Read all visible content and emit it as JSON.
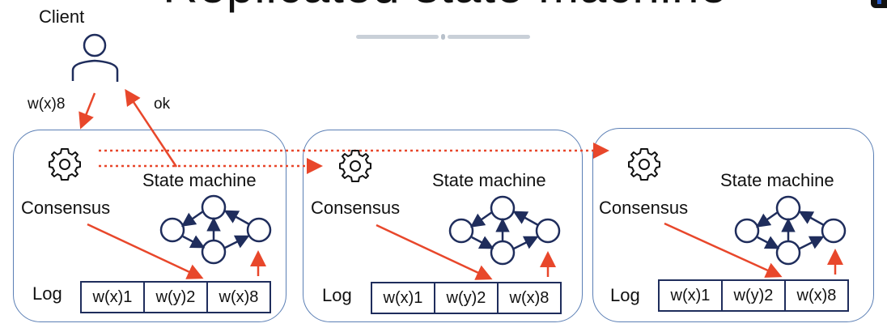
{
  "slide": {
    "title": "Replicated state machine",
    "client_label": "Client",
    "request_label": "w(x)8",
    "response_label": "ok"
  },
  "replicas": [
    {
      "consensus_label": "Consensus",
      "state_machine_label": "State machine",
      "log_label": "Log",
      "log_entries": [
        "w(x)1",
        "w(y)2",
        "w(x)8"
      ]
    },
    {
      "consensus_label": "Consensus",
      "state_machine_label": "State machine",
      "log_label": "Log",
      "log_entries": [
        "w(x)1",
        "w(y)2",
        "w(x)8"
      ]
    },
    {
      "consensus_label": "Consensus",
      "state_machine_label": "State machine",
      "log_label": "Log",
      "log_entries": [
        "w(x)1",
        "w(y)2",
        "w(x)8"
      ]
    }
  ],
  "colors": {
    "arrow": "#e8472b",
    "node_border": "#5b7fb5",
    "graph": "#1f2d5c"
  }
}
